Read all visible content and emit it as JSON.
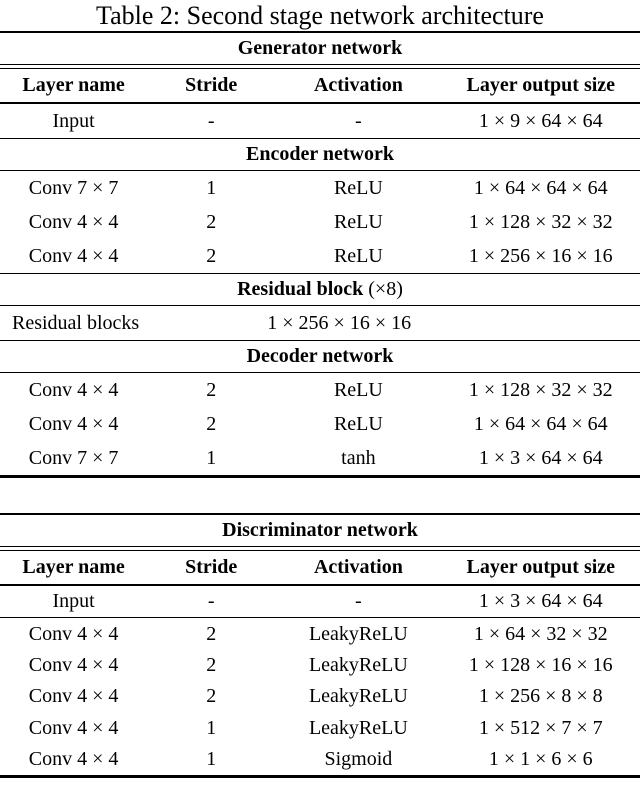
{
  "caption": "Table 2: Second stage network architecture",
  "tables": [
    {
      "title": "Generator network",
      "columns": [
        "Layer name",
        "Stride",
        "Activation",
        "Layer output size"
      ],
      "rows": [
        {
          "type": "data",
          "cells": [
            "Input",
            "-",
            "-",
            "1 × 9 × 64 × 64"
          ]
        },
        {
          "type": "section",
          "label": "Encoder network",
          "suffix": ""
        },
        {
          "type": "data",
          "cells": [
            "Conv 7 × 7",
            "1",
            "ReLU",
            "1 × 64 × 64 × 64"
          ]
        },
        {
          "type": "data",
          "cells": [
            "Conv 4 × 4",
            "2",
            "ReLU",
            "1 × 128 × 32 × 32"
          ]
        },
        {
          "type": "data",
          "cells": [
            "Conv 4 × 4",
            "2",
            "ReLU",
            "1 × 256 × 16 × 16"
          ]
        },
        {
          "type": "section",
          "label": "Residual block",
          "suffix": " (×8)"
        },
        {
          "type": "span",
          "label": "Residual blocks",
          "value": "1 × 256 × 16 × 16"
        },
        {
          "type": "section",
          "label": "Decoder network",
          "suffix": ""
        },
        {
          "type": "data",
          "cells": [
            "Conv 4 × 4",
            "2",
            "ReLU",
            "1 × 128 × 32 × 32"
          ]
        },
        {
          "type": "data",
          "cells": [
            "Conv 4 × 4",
            "2",
            "ReLU",
            "1 × 64 × 64 × 64"
          ]
        },
        {
          "type": "data",
          "cells": [
            "Conv 7 × 7",
            "1",
            "tanh",
            "1 × 3 × 64 × 64"
          ]
        }
      ]
    },
    {
      "title": "Discriminator network",
      "columns": [
        "Layer name",
        "Stride",
        "Activation",
        "Layer output size"
      ],
      "rows": [
        {
          "type": "data",
          "divider_after": true,
          "cells": [
            "Input",
            "-",
            "-",
            "1 × 3 × 64 × 64"
          ]
        },
        {
          "type": "data",
          "cells": [
            "Conv 4 × 4",
            "2",
            "LeakyReLU",
            "1 × 64 × 32 × 32"
          ]
        },
        {
          "type": "data",
          "cells": [
            "Conv 4 × 4",
            "2",
            "LeakyReLU",
            "1 × 128 × 16 × 16"
          ]
        },
        {
          "type": "data",
          "cells": [
            "Conv 4 × 4",
            "2",
            "LeakyReLU",
            "1 × 256 × 8 × 8"
          ]
        },
        {
          "type": "data",
          "cells": [
            "Conv 4 × 4",
            "1",
            "LeakyReLU",
            "1 × 512 × 7 × 7"
          ]
        },
        {
          "type": "data",
          "cells": [
            "Conv 4 × 4",
            "1",
            "Sigmoid",
            "1 × 1 × 6 × 6"
          ]
        }
      ]
    }
  ],
  "colors": {
    "text": "#000000",
    "rule": "#000000",
    "background": "#ffffff"
  }
}
